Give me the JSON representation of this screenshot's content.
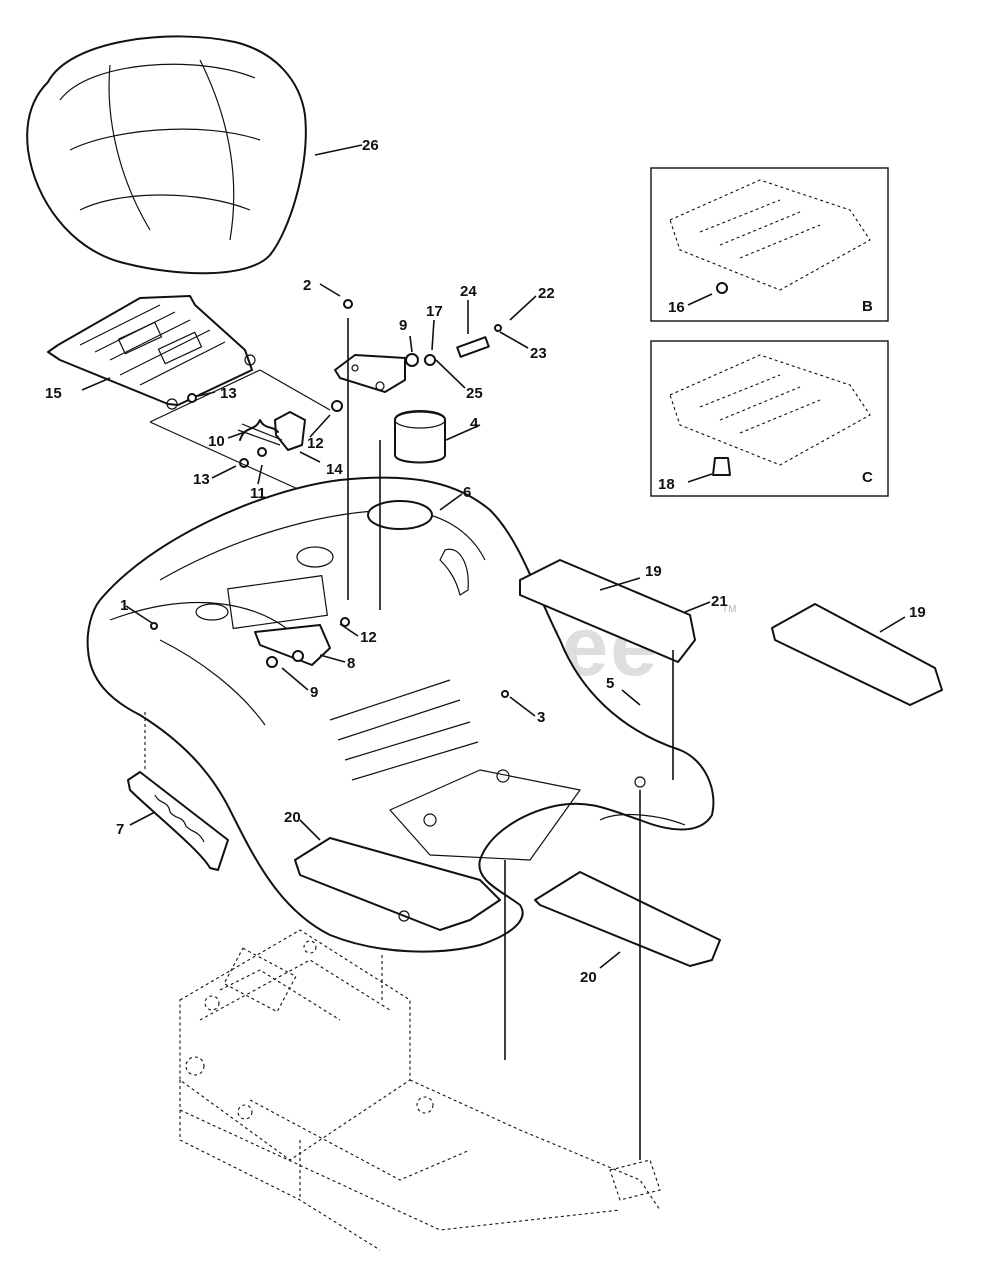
{
  "callouts": {
    "c1": "1",
    "c2": "2",
    "c3": "3",
    "c4": "4",
    "c5": "5",
    "c6": "6",
    "c7": "7",
    "c8": "8",
    "c9a": "9",
    "c9b": "9",
    "c10": "10",
    "c11": "11",
    "c12a": "12",
    "c12b": "12",
    "c13a": "13",
    "c13b": "13",
    "c14": "14",
    "c15": "15",
    "c16": "16",
    "c17": "17",
    "c18": "18",
    "c19a": "19",
    "c19b": "19",
    "c20a": "20",
    "c20b": "20",
    "c21": "21",
    "c22": "22",
    "c23": "23",
    "c24": "24",
    "c25": "25",
    "c26": "26"
  },
  "insets": {
    "b_label": "B",
    "c_label": "C"
  },
  "watermark": {
    "text": "PartsTree",
    "mark": "TM"
  }
}
